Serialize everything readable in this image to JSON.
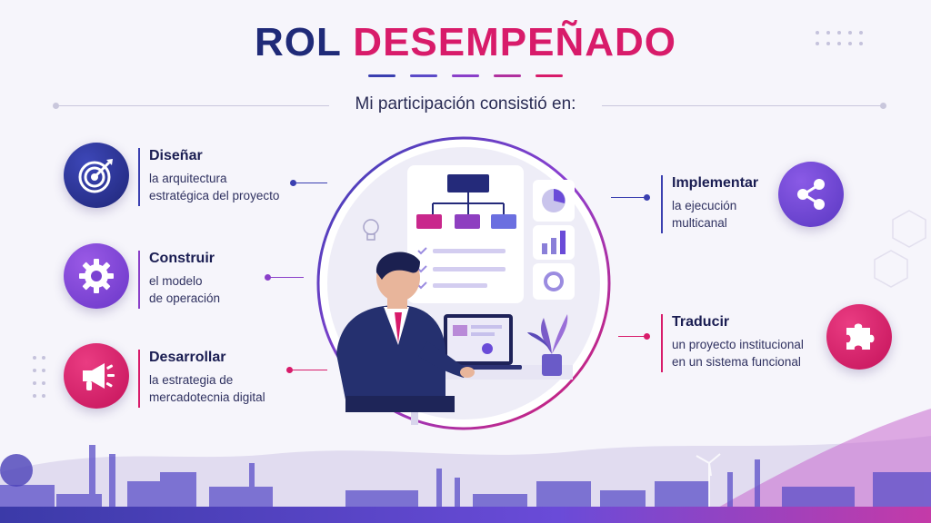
{
  "title": {
    "word1": "ROL",
    "word2": "DESEMPEÑADO"
  },
  "subtitle": "Mi participación consistió en:",
  "items": [
    {
      "icon": "target-icon",
      "heading": "Diseñar",
      "line1": "la arquitectura",
      "line2": "estratégica del proyecto"
    },
    {
      "icon": "gear-icon",
      "heading": "Construir",
      "line1": "el modelo",
      "line2": "de operación"
    },
    {
      "icon": "megaphone-icon",
      "heading": "Desarrollar",
      "line1": "la estrategia de",
      "line2": "mercadotecnia digital"
    },
    {
      "icon": "share-icon",
      "heading": "Implementar",
      "line1": "la ejecución",
      "line2": "multicanal"
    },
    {
      "icon": "puzzle-icon",
      "heading": "Traducir",
      "line1": "un proyecto institucional",
      "line2": "en un sistema funcional"
    }
  ],
  "colors": {
    "navy": "#1f2a78",
    "magenta": "#d81b6a",
    "purple": "#7b3fd6",
    "violet": "#6a4bd8"
  }
}
